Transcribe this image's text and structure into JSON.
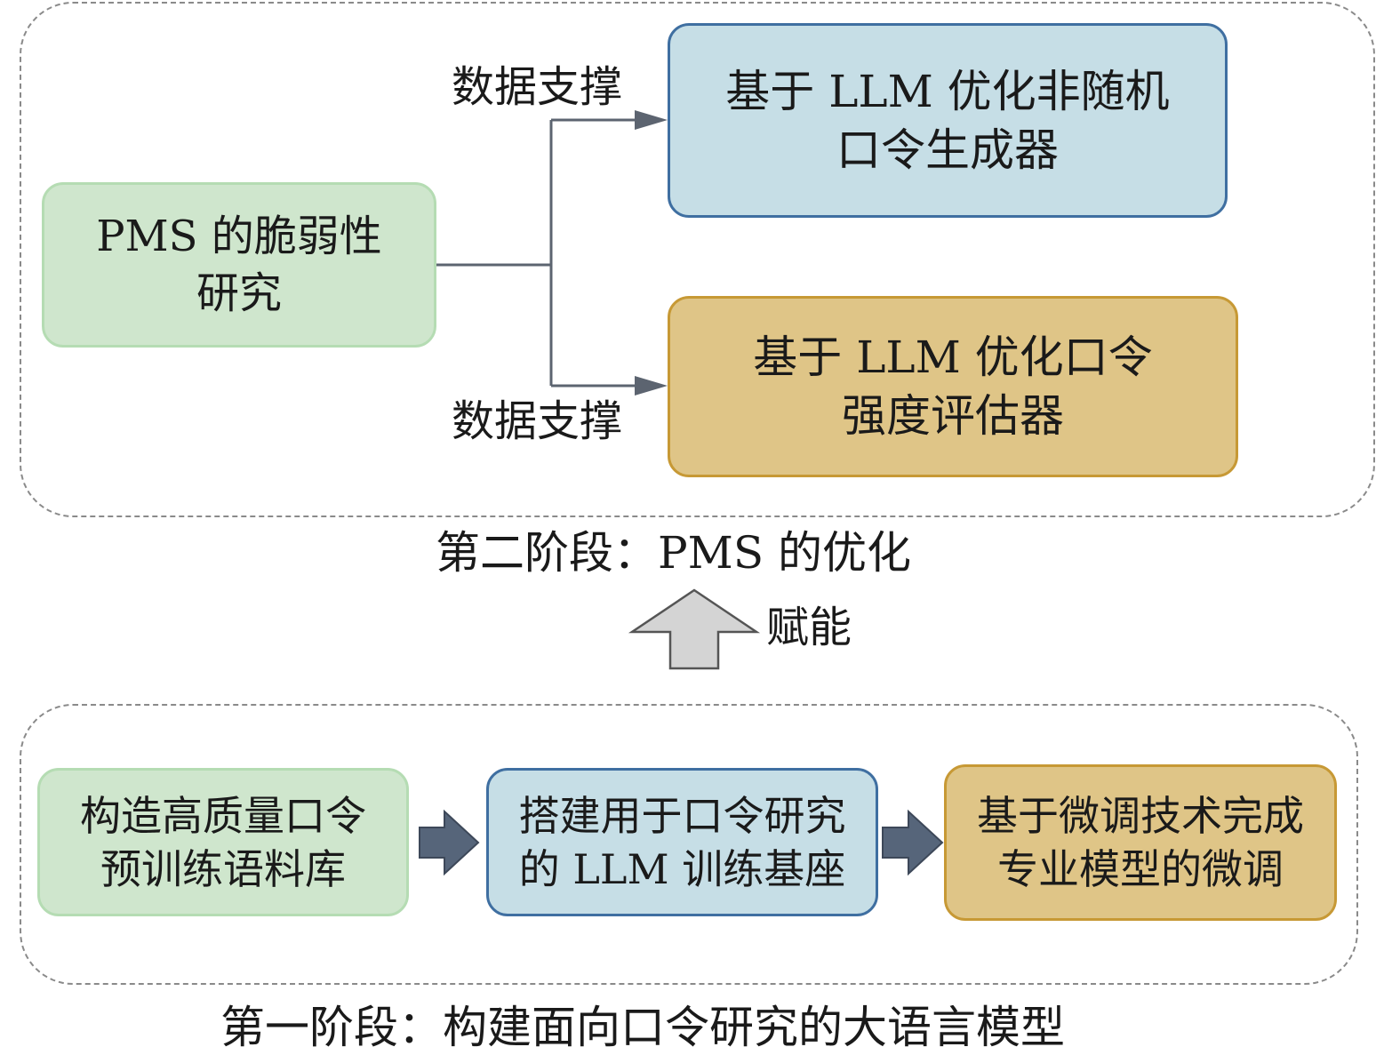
{
  "stage2": {
    "caption": "第二阶段：PMS 的优化",
    "source_box": {
      "lines": [
        "PMS 的脆弱性",
        "研究"
      ]
    },
    "target_top": {
      "lines": [
        "基于 LLM 优化非随机",
        "口令生成器"
      ]
    },
    "target_bottom": {
      "lines": [
        "基于 LLM 优化口令",
        "强度评估器"
      ]
    },
    "edge_label_top": "数据支撑",
    "edge_label_bottom": "数据支撑"
  },
  "empower_label": "赋能",
  "stage1": {
    "caption": "第一阶段：构建面向口令研究的大语言模型",
    "step1": {
      "lines": [
        "构造高质量口令",
        "预训练语料库"
      ]
    },
    "step2": {
      "lines": [
        "搭建用于口令研究",
        "的 LLM 训练基座"
      ]
    },
    "step3": {
      "lines": [
        "基于微调技术完成",
        "专业模型的微调"
      ]
    }
  },
  "colors": {
    "green_fill": "#cfe6cd",
    "blue_fill": "#c6dee6",
    "gold_fill": "#dfc587",
    "connector": "#5c6470",
    "step_arrow": "#56657a",
    "empower_arrow": "#cfcfcf"
  }
}
